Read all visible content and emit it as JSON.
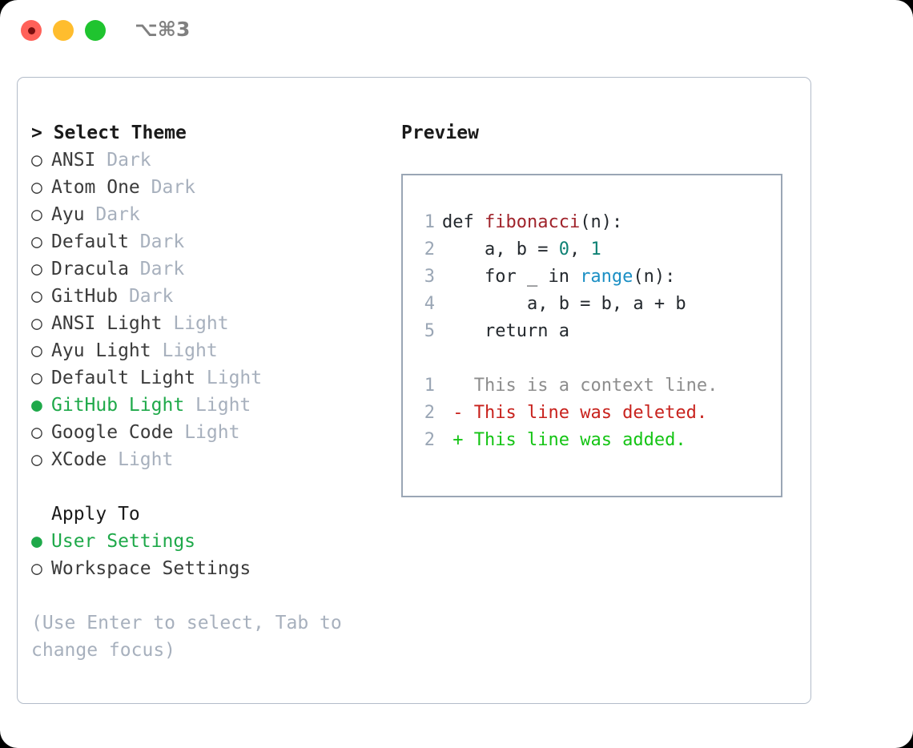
{
  "titlebar": {
    "shortcut": "⌥⌘3",
    "lights": [
      {
        "name": "close",
        "color": "#ff6159"
      },
      {
        "name": "minimize",
        "color": "#ffbd2e"
      },
      {
        "name": "maximize",
        "color": "#1fc42f"
      }
    ]
  },
  "theme_list": {
    "header_prefix": "> ",
    "header": "Select Theme",
    "bullet_selected": "●",
    "bullet_unselected": "○",
    "items": [
      {
        "label": "ANSI",
        "variant": "Dark",
        "selected": false
      },
      {
        "label": "Atom One",
        "variant": "Dark",
        "selected": false
      },
      {
        "label": "Ayu",
        "variant": "Dark",
        "selected": false
      },
      {
        "label": "Default",
        "variant": "Dark",
        "selected": false
      },
      {
        "label": "Dracula",
        "variant": "Dark",
        "selected": false
      },
      {
        "label": "GitHub",
        "variant": "Dark",
        "selected": false
      },
      {
        "label": "ANSI Light",
        "variant": "Light",
        "selected": false
      },
      {
        "label": "Ayu Light",
        "variant": "Light",
        "selected": false
      },
      {
        "label": "Default Light",
        "variant": "Light",
        "selected": false
      },
      {
        "label": "GitHub Light",
        "variant": "Light",
        "selected": true
      },
      {
        "label": "Google Code",
        "variant": "Light",
        "selected": false
      },
      {
        "label": "XCode",
        "variant": "Light",
        "selected": false
      }
    ]
  },
  "apply_to": {
    "header": "Apply To",
    "items": [
      {
        "label": "User Settings",
        "selected": true
      },
      {
        "label": "Workspace Settings",
        "selected": false
      }
    ]
  },
  "hint": "(Use Enter to select, Tab to change focus)",
  "preview": {
    "title": "Preview",
    "code_lines": [
      {
        "num": "1",
        "segments": [
          {
            "text": "def ",
            "type": "plain"
          },
          {
            "text": "fibonacci",
            "type": "fn"
          },
          {
            "text": "(n):",
            "type": "plain"
          }
        ]
      },
      {
        "num": "2",
        "segments": [
          {
            "text": "    a, b = ",
            "type": "plain"
          },
          {
            "text": "0",
            "type": "num"
          },
          {
            "text": ", ",
            "type": "plain"
          },
          {
            "text": "1",
            "type": "num"
          }
        ]
      },
      {
        "num": "3",
        "segments": [
          {
            "text": "    for _ in ",
            "type": "plain"
          },
          {
            "text": "range",
            "type": "call"
          },
          {
            "text": "(n):",
            "type": "plain"
          }
        ]
      },
      {
        "num": "4",
        "segments": [
          {
            "text": "        a, b = b, a + b",
            "type": "plain"
          }
        ]
      },
      {
        "num": "5",
        "segments": [
          {
            "text": "    return a",
            "type": "plain"
          }
        ]
      }
    ],
    "diff_lines": [
      {
        "num": "1",
        "marker": "  ",
        "text": "This is a context line.",
        "kind": "ctx"
      },
      {
        "num": "2",
        "marker": "- ",
        "text": "This line was deleted.",
        "kind": "del"
      },
      {
        "num": "2",
        "marker": "+ ",
        "text": "This line was added.",
        "kind": "add"
      }
    ]
  },
  "colors": {
    "accent_green": "#1fa94a",
    "muted": "#a7b0bd",
    "border": "#9aa6b5",
    "panel_border": "#b3bcc9",
    "diff_add": "#14c414",
    "diff_del": "#c8221d"
  }
}
